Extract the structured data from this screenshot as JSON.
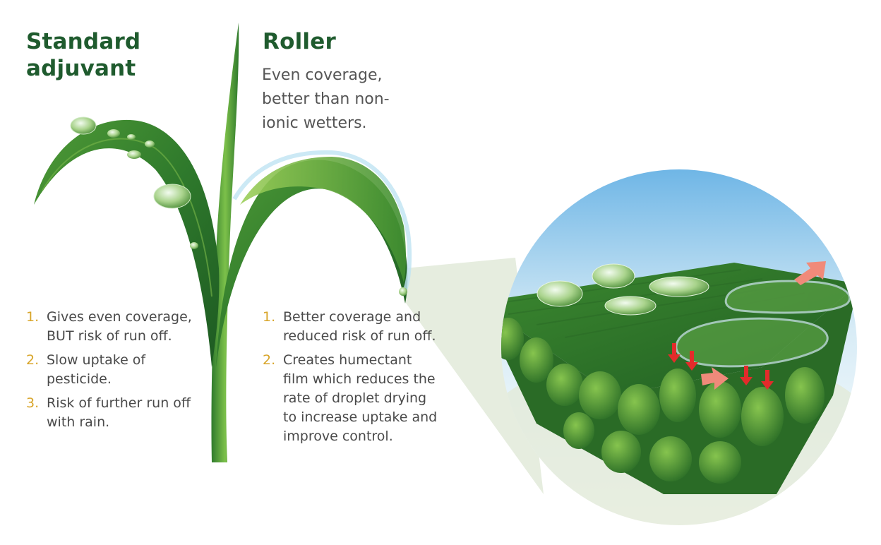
{
  "standard": {
    "heading_line1": "Standard",
    "heading_line2": "adjuvant",
    "points": [
      {
        "num": "1.",
        "text": "Gives even coverage, BUT risk of run off."
      },
      {
        "num": "2.",
        "text": "Slow uptake of pesticide."
      },
      {
        "num": "3.",
        "text": "Risk of further run off with rain."
      }
    ]
  },
  "roller": {
    "heading": "Roller",
    "subtitle": "Even coverage, better than non-ionic wetters.",
    "points": [
      {
        "num": "1.",
        "text": "Better coverage and reduced risk of run off."
      },
      {
        "num": "2.",
        "text": "Creates humectant film which reduces the rate of droplet drying to increase uptake and improve control."
      }
    ]
  },
  "colors": {
    "heading_green": "#1f5b2e",
    "number_gold": "#d8a52a",
    "body_text": "#4a4a4a",
    "leaf_dark": "#2e6b2a",
    "leaf_light": "#6fb43a",
    "sky_blue": "#8ec8ec",
    "arrow_red": "#e32b2b"
  },
  "icons": [
    "grass-blade-icon",
    "water-droplet-icon",
    "leaf-cross-section-icon",
    "down-arrow-icon"
  ]
}
